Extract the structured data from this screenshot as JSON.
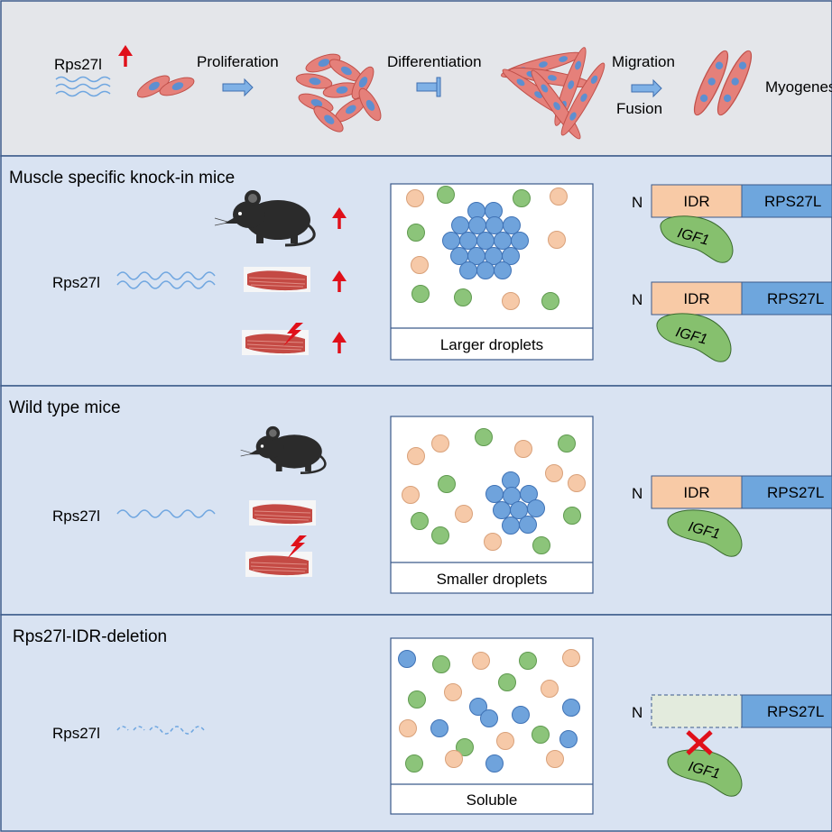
{
  "top_panel": {
    "gene_label": "Rps27l",
    "steps": [
      "Proliferation",
      "Differentiation",
      "Migration",
      "Fusion",
      "Myogenesis"
    ]
  },
  "panels": [
    {
      "title": "Muscle specific knock-in mice",
      "gene_label": "Rps27l",
      "droplet_caption": "Larger droplets"
    },
    {
      "title": "Wild type mice",
      "gene_label": "Rps27l",
      "droplet_caption": "Smaller droplets"
    },
    {
      "title": "Rps27l-IDR-deletion",
      "gene_label": "Rps27l",
      "droplet_caption": "Soluble"
    }
  ],
  "protein": {
    "n_terminus": "N",
    "idr_label": "IDR",
    "domain_label": "RPS27L",
    "partner_label": "IGF1"
  },
  "colors": {
    "panel_bg_top": "#e4e6ea",
    "panel_bg": "#d9e3f2",
    "panel_border": "#3b5a8a",
    "droplet_blue": "#6fa3dc",
    "droplet_orange": "#f6c9a8",
    "droplet_green": "#8cc47a",
    "idr_fill": "#f8caa6",
    "rps27l_fill": "#6ea6dd",
    "igf1_fill": "#86c06e",
    "arrow_red": "#e0101a",
    "wave_blue": "#6fa6e0"
  },
  "icons": [
    "mouse-icon",
    "muscle-tissue-icon",
    "injury-bolt-icon",
    "myoblast-cell-icon",
    "myotube-icon",
    "up-arrow-icon",
    "inhibit-arrow-icon",
    "delete-cross-icon"
  ]
}
